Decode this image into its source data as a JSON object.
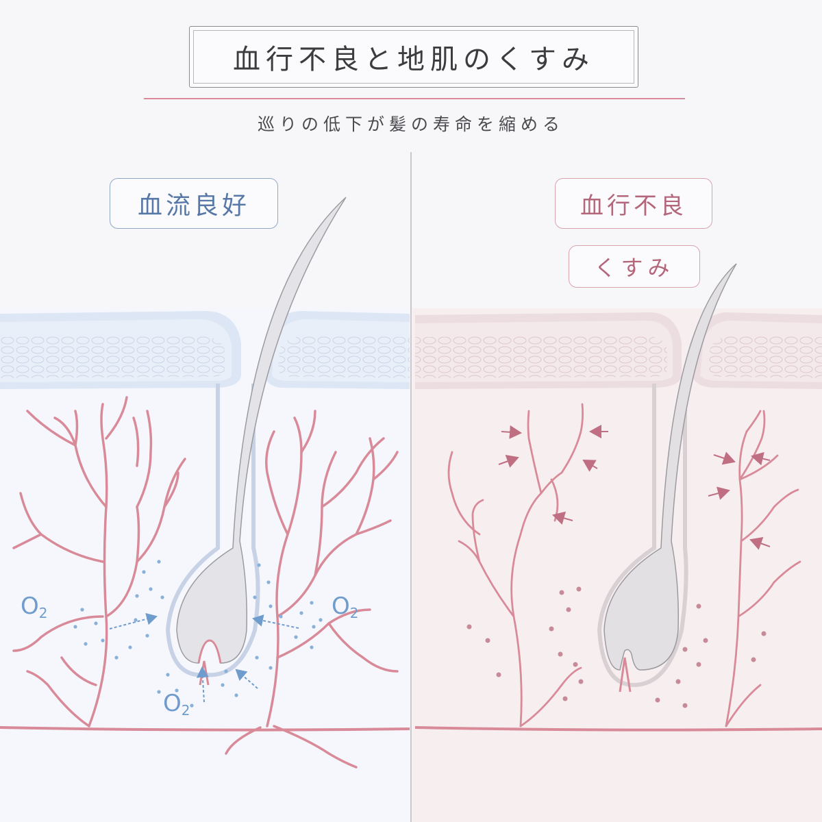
{
  "title": "血行不良と地肌のくすみ",
  "subtitle": "巡りの低下が髪の寿命を縮める",
  "panels": {
    "good": {
      "label": "血流良好"
    },
    "poor": {
      "label": "血行不良",
      "sublabel": "くすみ"
    }
  },
  "oxygen": {
    "symbol": "O",
    "subscript": "2"
  },
  "colors": {
    "vessel": "#d98a98",
    "vessel_dark": "#c06f82",
    "oxygen": "#6f9ccc",
    "skin_good": "#dde6f4",
    "skin_poor": "#ecdde0",
    "hair": "#e4e4e8",
    "divider": "#b9b9bd"
  }
}
